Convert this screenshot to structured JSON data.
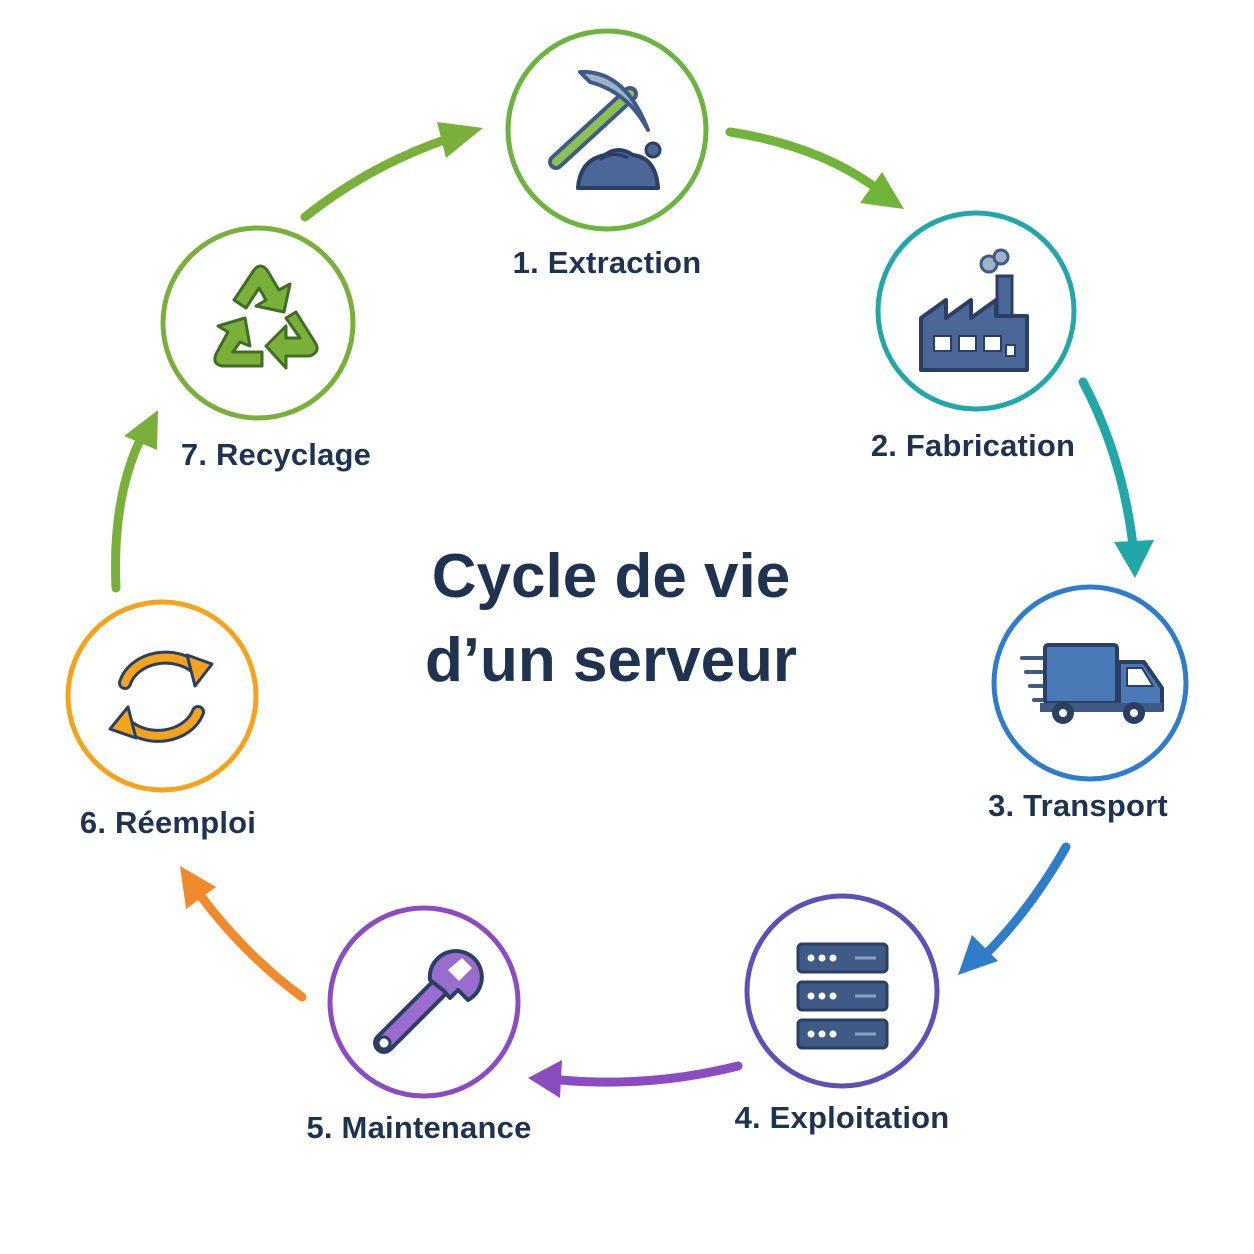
{
  "title": {
    "line1": "Cycle de vie",
    "line2": "d’un serveur"
  },
  "colors": {
    "text": "#1f3350",
    "icon_dark": "#3f5a86",
    "extraction": "#6cb33f",
    "fabrication": "#22a7a8",
    "transport": "#2f7dc9",
    "exploitation": "#5a52b5",
    "maintenance": "#8a4cc0",
    "reemploi": "#f3a41c",
    "recyclage": "#7ab03a",
    "arrow_orange": "#f08a2c"
  },
  "steps": [
    {
      "label": "1. Extraction",
      "icon": "pickaxe-icon"
    },
    {
      "label": "2. Fabrication",
      "icon": "factory-icon"
    },
    {
      "label": "3. Transport",
      "icon": "truck-icon"
    },
    {
      "label": "4. Exploitation",
      "icon": "server-rack-icon"
    },
    {
      "label": "5. Maintenance",
      "icon": "wrench-icon"
    },
    {
      "label": "6. Réemploi",
      "icon": "refresh-icon"
    },
    {
      "label": "7. Recyclage",
      "icon": "recycle-icon"
    }
  ]
}
